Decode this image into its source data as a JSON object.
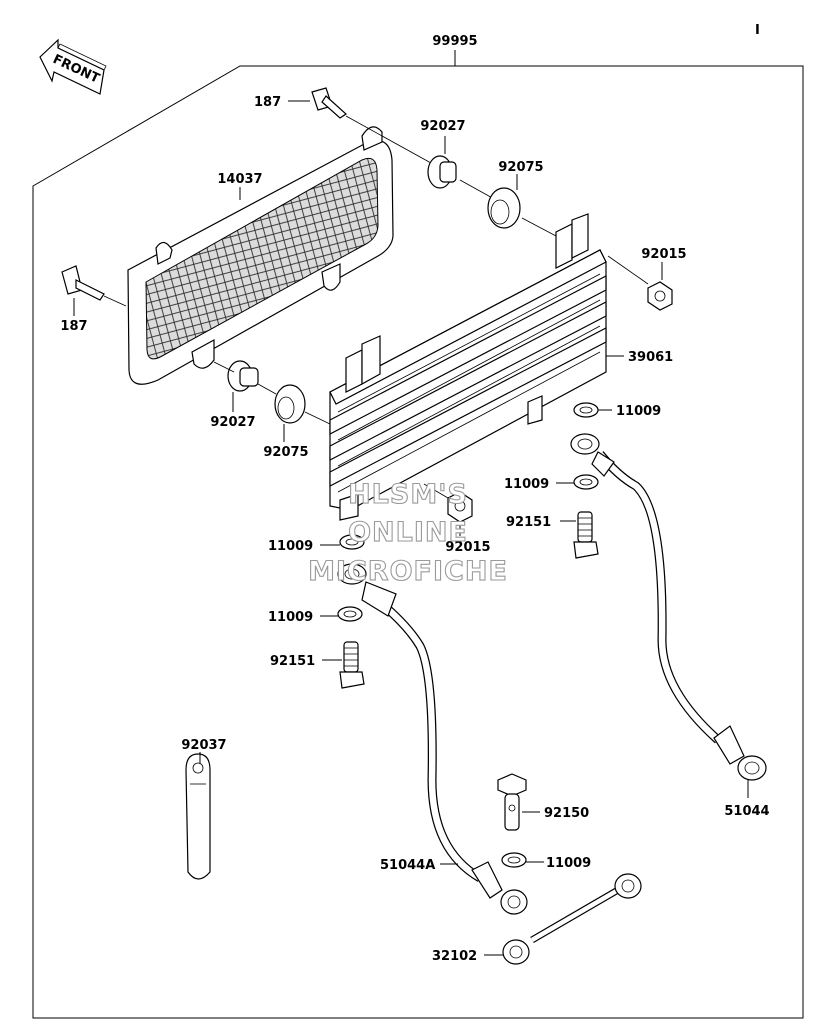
{
  "front_arrow_label": "FRONT",
  "corner_mark": "I",
  "watermark": [
    "HLSM'S",
    "ONLINE",
    "MICROFICHE"
  ],
  "parts": {
    "kit": "99995",
    "bolt_top": "187",
    "bolt_left": "187",
    "screen": "14037",
    "grommet_top": "92027",
    "grommet_left": "92027",
    "damper_top": "92075",
    "damper_left": "92075",
    "nut_right": "92015",
    "nut_bottom": "92015",
    "oil_cooler": "39061",
    "gasket_right_top": "11009",
    "gasket_right_mid": "11009",
    "gasket_left_top": "11009",
    "gasket_left_mid": "11009",
    "gasket_bottom": "11009",
    "bolt_union_right": "92151",
    "bolt_union_left": "92151",
    "clamp": "92037",
    "bolt_union_bottom": "92150",
    "hose_right": "51044",
    "hose_left": "51044A",
    "pipe": "32102"
  }
}
